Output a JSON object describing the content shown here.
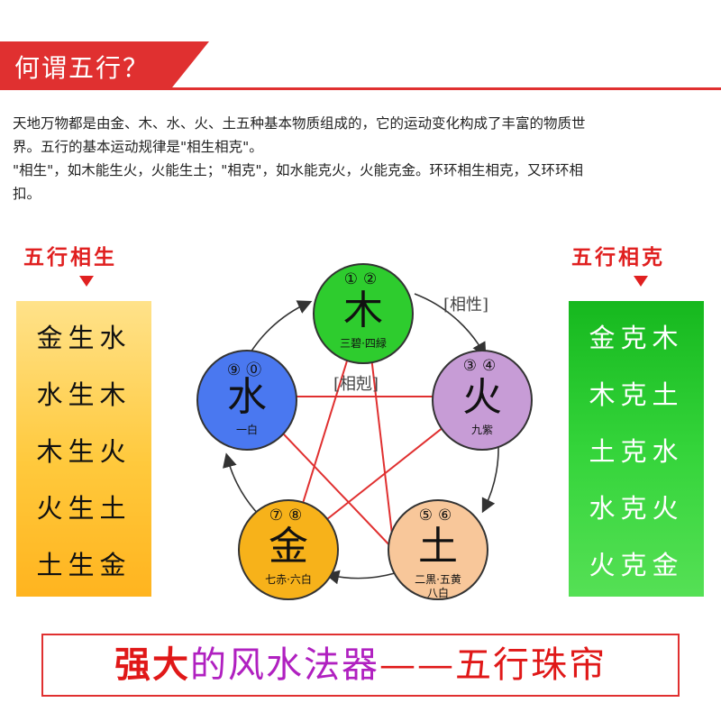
{
  "header": {
    "title": "何谓五行？"
  },
  "intro": {
    "lines": [
      "天地万物都是由金、木、水、火、土五种基本物质组成的，它的运动变化构成了丰富的物质世",
      "界。五行的基本运动规律是\"相生相克\"。",
      "\"相生\"，如木能生火，火能生土；\"相克\"，如水能克火，火能克金。环环相生相克，又环环相",
      "扣。"
    ]
  },
  "sheng": {
    "title": "五行相生",
    "items": [
      "金生水",
      "水生木",
      "木生火",
      "火生土",
      "土生金"
    ]
  },
  "ke": {
    "title": "五行相克",
    "items": [
      "金克木",
      "木克土",
      "土克水",
      "水克火",
      "火克金"
    ]
  },
  "diagram": {
    "label_sheng": "[相性]",
    "label_ke": "[相剋]",
    "elements": [
      {
        "char": "木",
        "nums": "①②",
        "sub": "三碧·四緑",
        "sub2": "",
        "color": "#2ecc2e"
      },
      {
        "char": "火",
        "nums": "③④",
        "sub": "九紫",
        "sub2": "",
        "color": "#c79cd6"
      },
      {
        "char": "土",
        "nums": "⑤⑥",
        "sub": "二黒·五黄",
        "sub2": "八白",
        "color": "#f8c79a"
      },
      {
        "char": "金",
        "nums": "⑦⑧",
        "sub": "七赤·六白",
        "sub2": "",
        "color": "#f7b21a"
      },
      {
        "char": "水",
        "nums": "⑨⓪",
        "sub": "一白",
        "sub2": "",
        "color": "#4a78f0"
      }
    ],
    "star_color": "#e03030"
  },
  "bottom": {
    "part1": "强大",
    "part2": "的风水法器",
    "part3": "——五行珠帘"
  },
  "colors": {
    "accent": "#e03030",
    "sheng_box": "#ffc93c",
    "ke_box": "#34d43a"
  }
}
